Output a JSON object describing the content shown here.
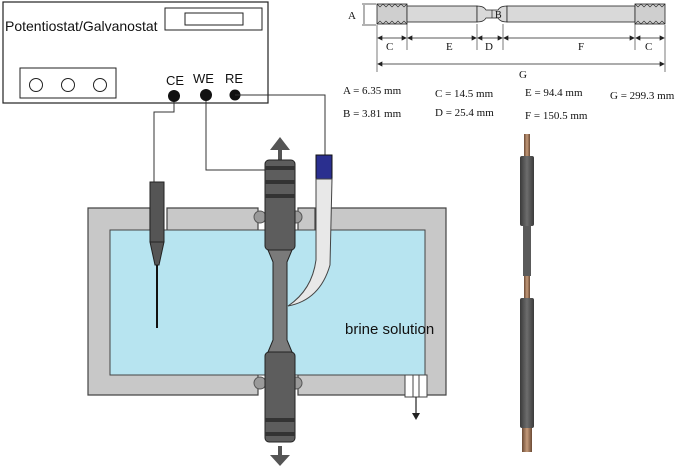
{
  "instrument": {
    "label": "Potentiostat/Galvanostat",
    "terminals": [
      "CE",
      "WE",
      "RE"
    ]
  },
  "cell": {
    "solution_label": "brine solution"
  },
  "specimen_dimensions": {
    "labels": [
      "A",
      "B",
      "C",
      "D",
      "E",
      "F",
      "G"
    ],
    "values": {
      "A": "A = 6.35 mm",
      "B": "B = 3.81 mm",
      "C": "C = 14.5 mm",
      "D": "D = 25.4 mm",
      "E": "E = 94.4 mm",
      "F": "F = 150.5 mm",
      "G": "G = 299.3 mm"
    }
  },
  "colors": {
    "solution": "#b7e4f0",
    "cell_wall": "#c8c8c8",
    "specimen": "#6a6a6a",
    "reference_cap": "#2a2f8f"
  }
}
